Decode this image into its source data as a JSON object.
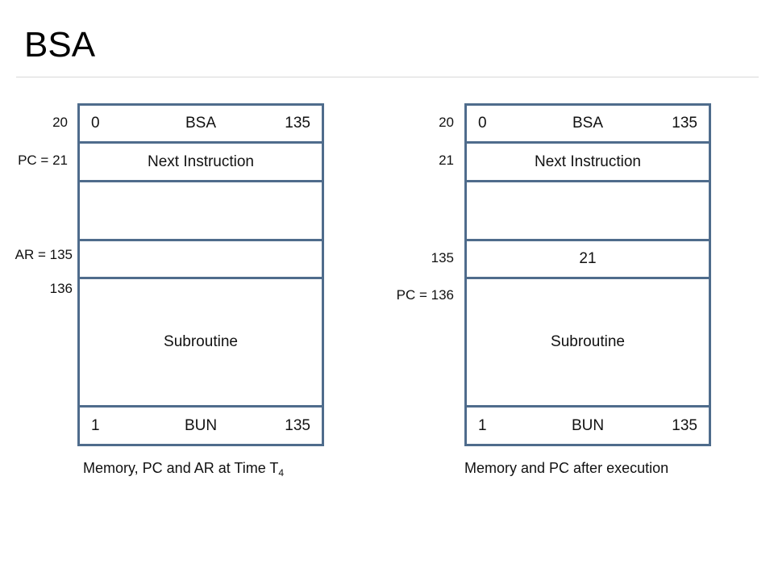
{
  "title": "BSA",
  "left_panel": {
    "addresses": {
      "bsa_addr": "20",
      "next_addr": "PC = 21",
      "ar_addr": "AR = 135",
      "sub_addr": "136"
    },
    "bsa_row": {
      "indirect": "0",
      "op": "BSA",
      "operand": "135"
    },
    "next_row": "Next Instruction",
    "stored_value": "",
    "subroutine": "Subroutine",
    "bun_row": {
      "indirect": "1",
      "op": "BUN",
      "operand": "135"
    },
    "caption": "Memory, PC and AR at Time T",
    "caption_sub": "4"
  },
  "right_panel": {
    "addresses": {
      "bsa_addr": "20",
      "next_addr": "21",
      "ar_addr": "135",
      "sub_addr": "PC = 136"
    },
    "bsa_row": {
      "indirect": "0",
      "op": "BSA",
      "operand": "135"
    },
    "next_row": "Next Instruction",
    "stored_value": "21",
    "subroutine": "Subroutine",
    "bun_row": {
      "indirect": "1",
      "op": "BUN",
      "operand": "135"
    },
    "caption": "Memory and PC after execution",
    "caption_sub": ""
  },
  "colors": {
    "border": "#4f6c8c"
  }
}
